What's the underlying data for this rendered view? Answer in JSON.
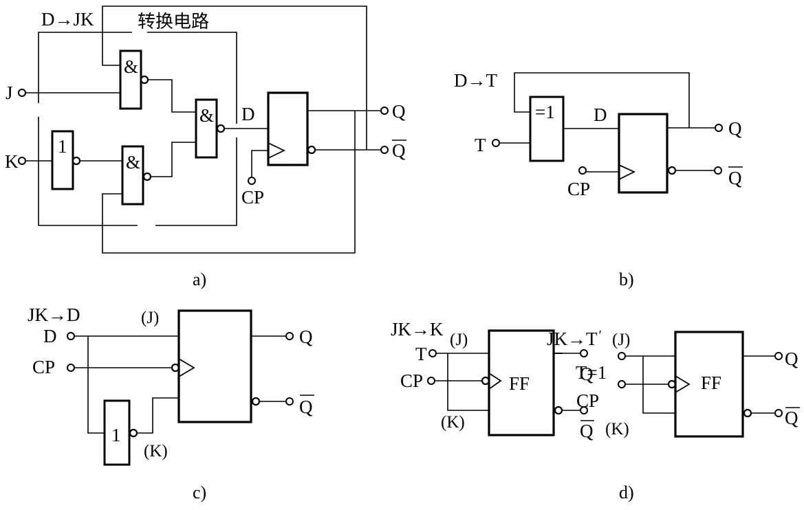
{
  "figure": {
    "panels": [
      {
        "id": "a",
        "caption": "a)",
        "title": "D→JK",
        "block_label": "转换电路",
        "inputs": [
          "J",
          "K",
          "CP"
        ],
        "internal_signal": "D",
        "gates": [
          {
            "type": "NAND",
            "symbol": "&"
          },
          {
            "type": "NAND",
            "symbol": "&"
          },
          {
            "type": "NAND",
            "symbol": "&"
          },
          {
            "type": "NOT",
            "symbol": "1"
          }
        ],
        "outputs": [
          "Q",
          "Q̄"
        ],
        "q_bar_letter": "Q"
      },
      {
        "id": "b",
        "caption": "b)",
        "title": "D→T",
        "inputs": [
          "T",
          "CP"
        ],
        "gate": {
          "type": "XOR",
          "symbol": "=1"
        },
        "internal_signal": "D",
        "outputs": [
          "Q",
          "Q̄"
        ],
        "q_bar_letter": "Q"
      },
      {
        "id": "c",
        "caption": "c)",
        "title": "JK→D",
        "inputs": [
          "D",
          "CP"
        ],
        "pin_labels": [
          "(J)",
          "(K)"
        ],
        "gate": {
          "type": "NOT",
          "symbol": "1"
        },
        "outputs": [
          "Q",
          "Q̄"
        ],
        "q_bar_letter": "Q"
      },
      {
        "id": "d",
        "caption": "d)",
        "sub": [
          {
            "title": "JK→K",
            "inputs": [
              "T",
              "CP"
            ],
            "pin_labels": [
              "(J)",
              "(K)"
            ],
            "block": "FF",
            "outputs": [
              "Q",
              "Q̄"
            ],
            "q_bar_letter": "Q"
          },
          {
            "title_main": "JK→T",
            "title_prime": "′",
            "inputs": [
              "T=1",
              "CP"
            ],
            "pin_labels": [
              "(J)",
              "(K)"
            ],
            "block": "FF",
            "outputs": [
              "Q",
              "Q̄"
            ],
            "q_bar_letter": "Q"
          }
        ]
      }
    ]
  }
}
